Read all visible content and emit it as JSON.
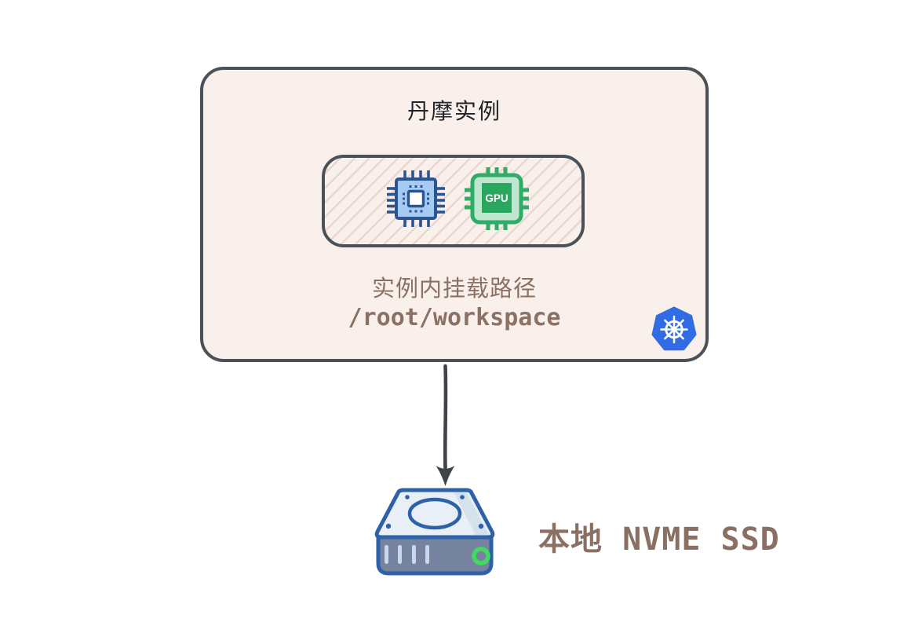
{
  "page": {
    "background": "#ffffff"
  },
  "instance_box": {
    "title": "丹摩实例",
    "mount_label": "实例内挂载路径",
    "mount_path": "/root/workspace"
  },
  "chips": {
    "cpu_icon": "cpu-chip-icon",
    "gpu_icon": "gpu-chip-icon",
    "gpu_label": "GPU"
  },
  "kubernetes": {
    "icon": "kubernetes-helm-logo"
  },
  "arrow": {
    "direction": "down"
  },
  "storage": {
    "icon": "ssd-drive-icon",
    "label": "本地 NVME SSD"
  },
  "colors": {
    "box_bg": "#f9efeb",
    "box_border": "#4b5158",
    "hatch_line": "#e8d8d1",
    "title_text": "#202327",
    "brown_text": "#8b7164",
    "arrow": "#3f444a",
    "cpu_navy": "#2a5492",
    "cpu_fill": "#a6cbf3",
    "gpu_green": "#2fad66",
    "gpu_light": "#bfe7cf",
    "k8s_blue": "#326ce5",
    "drive_outline": "#2d62a8",
    "drive_top": "#e9eff7",
    "drive_panel": "#76839f",
    "led_green": "#41d95e"
  }
}
